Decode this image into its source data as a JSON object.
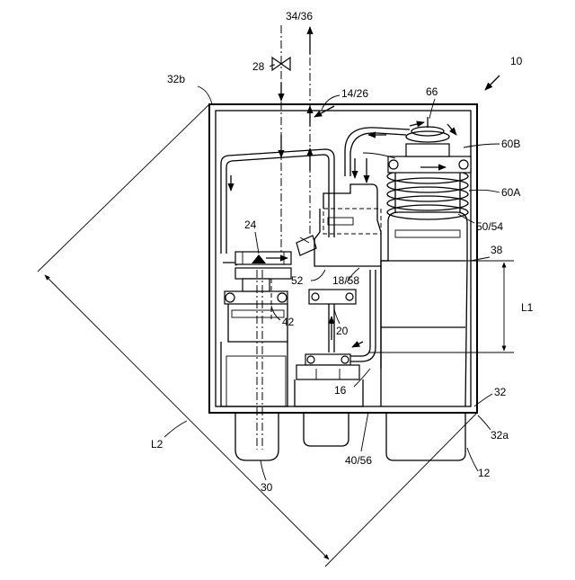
{
  "labels": {
    "ref_34_36": "34/36",
    "ref_28": "28",
    "ref_10": "10",
    "ref_32b": "32b",
    "ref_14_26": "14/26",
    "ref_66": "66",
    "ref_60B": "60B",
    "ref_60A": "60A",
    "ref_50_54": "50/54",
    "ref_24": "24",
    "ref_38": "38",
    "ref_52": "52",
    "ref_18_58": "18/58",
    "ref_L1": "L1",
    "ref_42": "42",
    "ref_20": "20",
    "ref_16": "16",
    "ref_32": "32",
    "ref_32a": "32a",
    "ref_L2": "L2",
    "ref_40_56": "40/56",
    "ref_12": "12",
    "ref_30": "30"
  }
}
